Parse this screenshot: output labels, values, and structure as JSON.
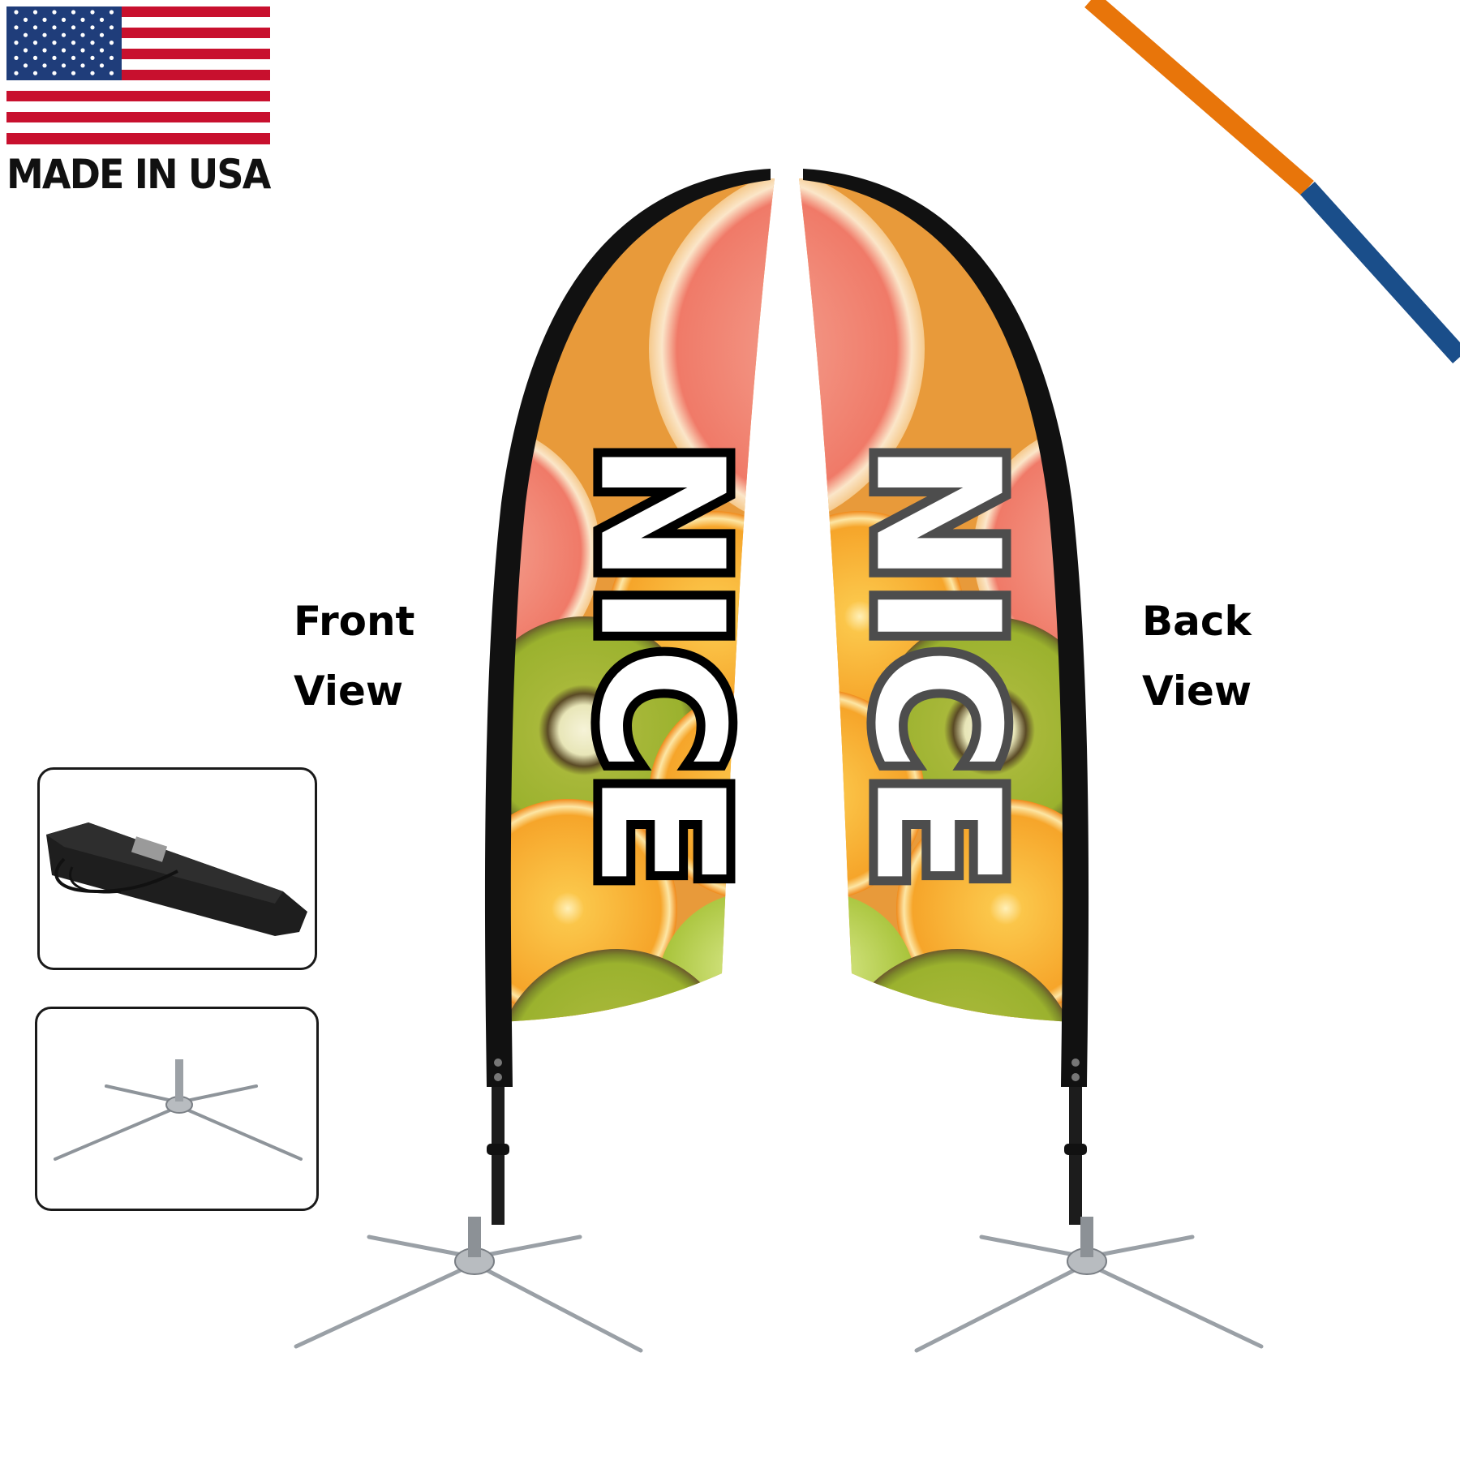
{
  "badge": {
    "text": "MADE IN USA",
    "flag_colors": {
      "red": "#c8102e",
      "white": "#ffffff",
      "blue": "#1f3d7a"
    }
  },
  "labels": {
    "front": [
      "Front",
      "View"
    ],
    "back": [
      "Back",
      "View"
    ]
  },
  "flag_print": {
    "word": "NICE",
    "front_outline": "#000000",
    "back_outline": "#4d4d4d"
  },
  "accent_colors": {
    "orange": "#e8750a",
    "blue": "#1a4e8a"
  },
  "icons": [
    "us-flag-icon",
    "carry-bag-icon",
    "cross-base-icon"
  ]
}
